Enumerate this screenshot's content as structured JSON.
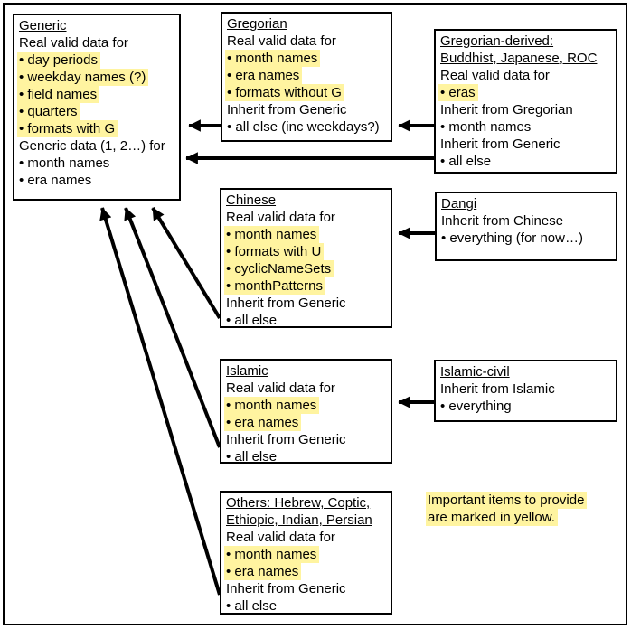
{
  "colors": {
    "highlight": "#FFF4A0",
    "ink": "#000000",
    "background": "#FFFFFF"
  },
  "boxes": {
    "generic": {
      "title": [
        "Generic"
      ],
      "lines": [
        {
          "text": "Real valid data for",
          "hl": false
        },
        {
          "text": "• day periods",
          "hl": true
        },
        {
          "text": "• weekday names (?)",
          "hl": true
        },
        {
          "text": "• field names",
          "hl": true
        },
        {
          "text": "• quarters",
          "hl": true
        },
        {
          "text": "• formats with G",
          "hl": true
        },
        {
          "text": "Generic data (1, 2…) for",
          "hl": false
        },
        {
          "text": "• month names",
          "hl": false
        },
        {
          "text": "• era names",
          "hl": false
        }
      ]
    },
    "gregorian": {
      "title": [
        "Gregorian"
      ],
      "lines": [
        {
          "text": "Real valid data for",
          "hl": false
        },
        {
          "text": "• month names",
          "hl": true
        },
        {
          "text": "• era names",
          "hl": true
        },
        {
          "text": "• formats without G",
          "hl": true
        },
        {
          "text": "Inherit from Generic",
          "hl": false
        },
        {
          "text": "• all else (inc weekdays?)",
          "hl": false
        }
      ]
    },
    "gregderived": {
      "title": [
        "Gregorian-derived:",
        "Buddhist, Japanese, ROC"
      ],
      "lines": [
        {
          "text": "Real valid data for",
          "hl": false
        },
        {
          "text": "• eras",
          "hl": true
        },
        {
          "text": "Inherit from Gregorian",
          "hl": false
        },
        {
          "text": "• month names",
          "hl": false
        },
        {
          "text": "Inherit from Generic",
          "hl": false
        },
        {
          "text": "• all else",
          "hl": false
        }
      ]
    },
    "chinese": {
      "title": [
        "Chinese"
      ],
      "lines": [
        {
          "text": "Real valid data for",
          "hl": false
        },
        {
          "text": "• month names",
          "hl": true
        },
        {
          "text": "• formats with U",
          "hl": true
        },
        {
          "text": "• cyclicNameSets",
          "hl": true
        },
        {
          "text": "• monthPatterns",
          "hl": true
        },
        {
          "text": "Inherit from Generic",
          "hl": false
        },
        {
          "text": "• all else",
          "hl": false
        }
      ]
    },
    "dangi": {
      "title": [
        "Dangi"
      ],
      "lines": [
        {
          "text": "Inherit from Chinese",
          "hl": false
        },
        {
          "text": "• everything (for now…)",
          "hl": false
        }
      ]
    },
    "islamic": {
      "title": [
        "Islamic"
      ],
      "lines": [
        {
          "text": "Real valid data for",
          "hl": false
        },
        {
          "text": "• month names",
          "hl": true
        },
        {
          "text": "• era names",
          "hl": true
        },
        {
          "text": "Inherit from Generic",
          "hl": false
        },
        {
          "text": "• all else",
          "hl": false
        }
      ]
    },
    "islamiccivil": {
      "title": [
        "Islamic-civil"
      ],
      "lines": [
        {
          "text": "Inherit from Islamic",
          "hl": false
        },
        {
          "text": "• everything",
          "hl": false
        }
      ]
    },
    "others": {
      "title": [
        "Others: Hebrew, Coptic,",
        "Ethiopic, Indian, Persian"
      ],
      "lines": [
        {
          "text": "Real valid data for",
          "hl": false
        },
        {
          "text": "• month names",
          "hl": true
        },
        {
          "text": "• era names",
          "hl": true
        },
        {
          "text": "Inherit from Generic",
          "hl": false
        },
        {
          "text": "• all else",
          "hl": false
        }
      ]
    }
  },
  "note": {
    "lines": [
      {
        "text": "Important items to provide",
        "hl": true
      },
      {
        "text": "are marked in yellow.",
        "hl": true
      }
    ]
  }
}
